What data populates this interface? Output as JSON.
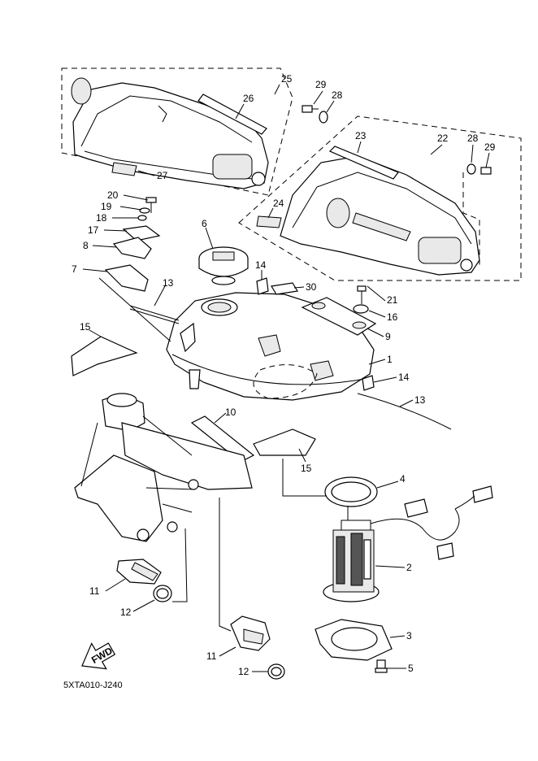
{
  "diagram_code": "5XTA010-J240",
  "fwd_label": "FWD",
  "callouts": [
    "1",
    "2",
    "3",
    "4",
    "5",
    "6",
    "7",
    "8",
    "9",
    "10",
    "11",
    "11",
    "12",
    "12",
    "13",
    "13",
    "14",
    "14",
    "15",
    "15",
    "16",
    "17",
    "18",
    "19",
    "20",
    "21",
    "22",
    "23",
    "24",
    "25",
    "26",
    "27",
    "28",
    "28",
    "29",
    "29",
    "30"
  ]
}
